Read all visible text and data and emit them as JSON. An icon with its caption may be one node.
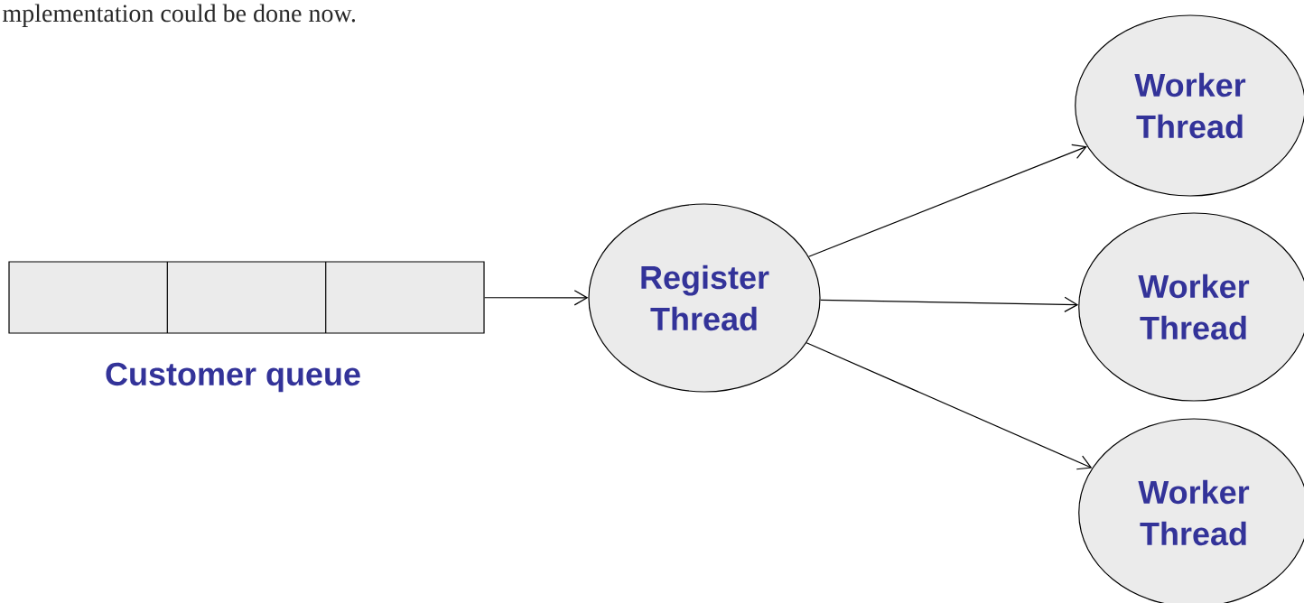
{
  "diagram": {
    "nodes": [
      {
        "text": [],
        "shape": "box",
        "beside": [
          "Customer queue"
        ]
      },
      {
        "text": [
          "Register Thread"
        ]
      },
      {
        "text": [
          "Worker Thread"
        ]
      },
      {
        "text": [
          "Worker Thread"
        ]
      },
      {
        "text": [
          "Worker Thread"
        ]
      }
    ],
    "edges": [
      {
        "from": 0,
        "to": 1,
        "arrow": "to"
      },
      {
        "from": 1,
        "to": 2,
        "arrow": "to"
      },
      {
        "from": 1,
        "to": 3,
        "arrow": "to"
      },
      {
        "from": 1,
        "to": 4,
        "arrow": "to"
      }
    ],
    "labels": [
      "mplementation could be done now."
    ]
  }
}
